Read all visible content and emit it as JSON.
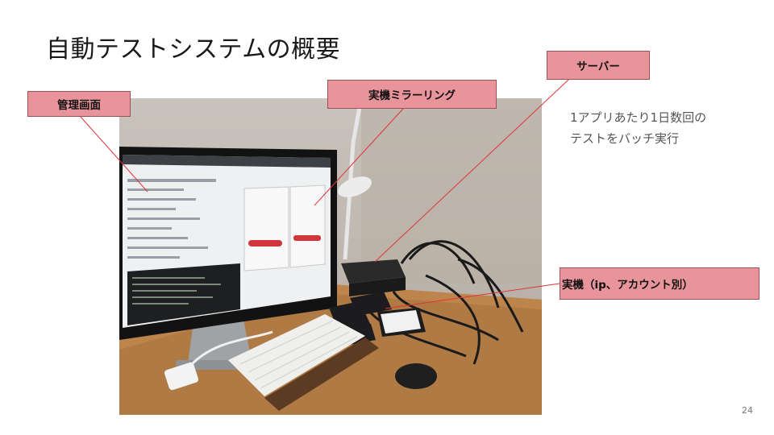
{
  "slide": {
    "title": "自動テストシステムの概要",
    "page_number": "24"
  },
  "callouts": {
    "admin": "管理画面",
    "mirror": "実機ミラーリング",
    "server": "サーバー",
    "device": "実機（ip、アカウント別）"
  },
  "note": {
    "line1": "1アプリあたり1日数回の",
    "line2": "テストをバッチ実行"
  },
  "colors": {
    "callout_fill": "#e8949a",
    "callout_border": "#9a5258",
    "connector": "#e0333a"
  }
}
